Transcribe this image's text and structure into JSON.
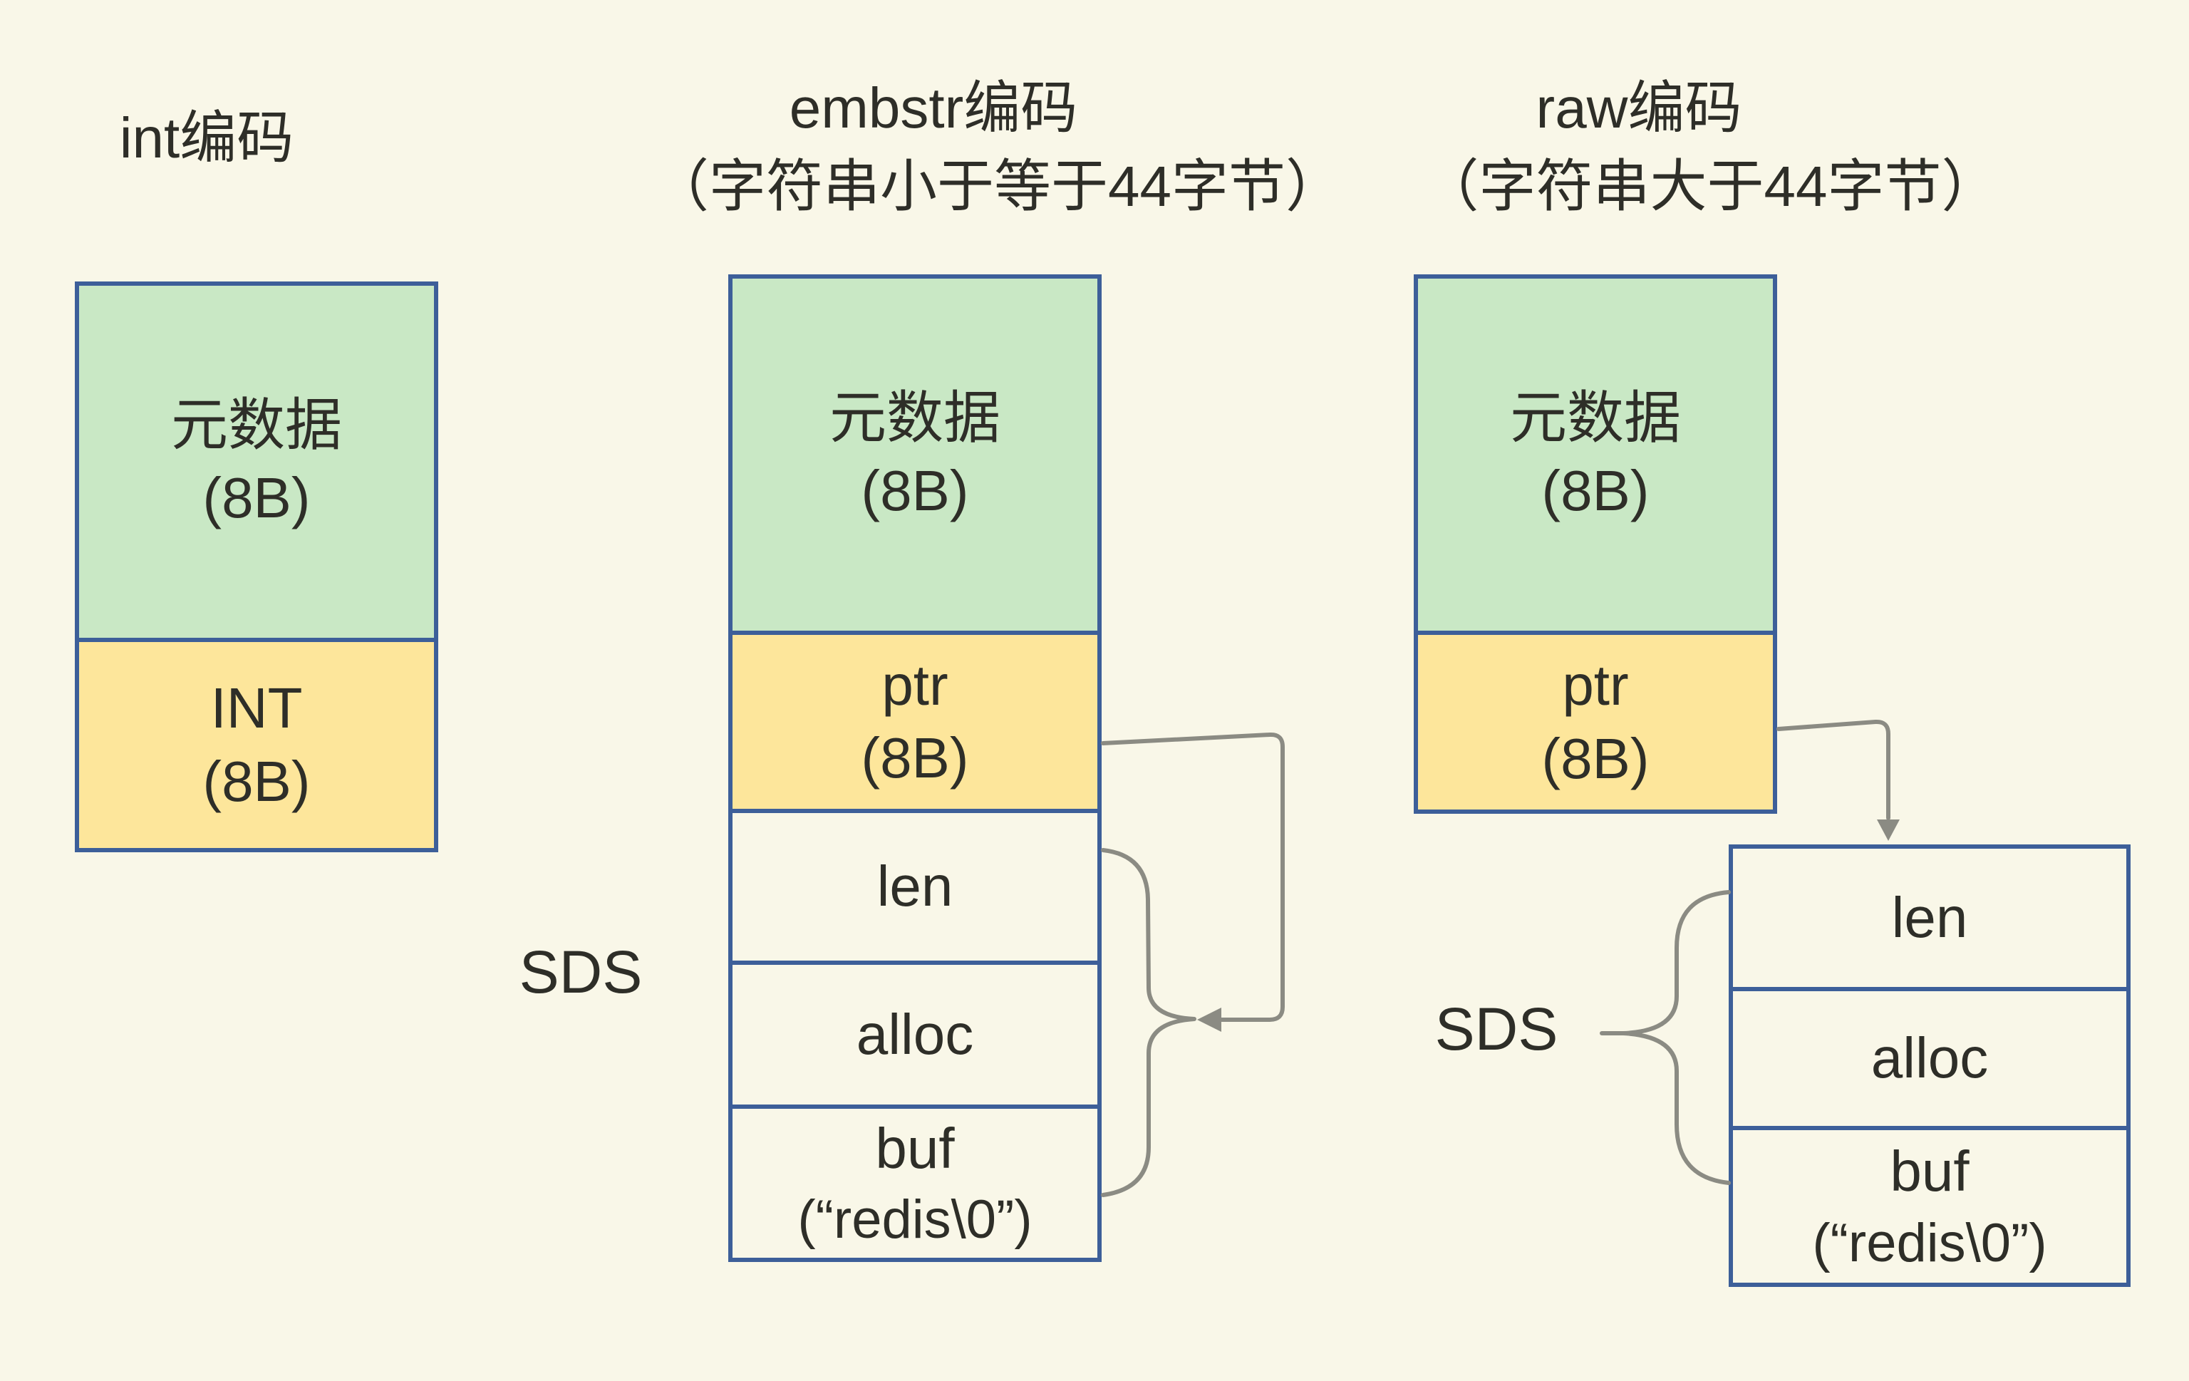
{
  "palette": {
    "background": "#f9f7e8",
    "box_border_blue": "#3d5f99",
    "green_fill": "#c9e8c5",
    "yellow_fill": "#fde69b",
    "connector_gray": "#8b8b83",
    "text_color": "#2e2e28"
  },
  "titles": {
    "int": "int编码",
    "embstr_line1": "embstr编码",
    "embstr_line2": "（字符串小于等于44字节）",
    "raw_line1": "raw编码",
    "raw_line2": "（字符串大于44字节）"
  },
  "int_column": {
    "metadata_line1": "元数据",
    "metadata_line2": "(8B)",
    "int_line1": "INT",
    "int_line2": "(8B)"
  },
  "embstr_column": {
    "metadata_line1": "元数据",
    "metadata_line2": "(8B)",
    "ptr_line1": "ptr",
    "ptr_line2": "(8B)",
    "len": "len",
    "alloc": "alloc",
    "buf_line1": "buf",
    "buf_line2": "(“redis\\0”)",
    "sds_label": "SDS"
  },
  "raw_column": {
    "metadata_line1": "元数据",
    "metadata_line2": "(8B)",
    "ptr_line1": "ptr",
    "ptr_line2": "(8B)",
    "len": "len",
    "alloc": "alloc",
    "buf_line1": "buf",
    "buf_line2": "(“redis\\0”)",
    "sds_label": "SDS"
  }
}
